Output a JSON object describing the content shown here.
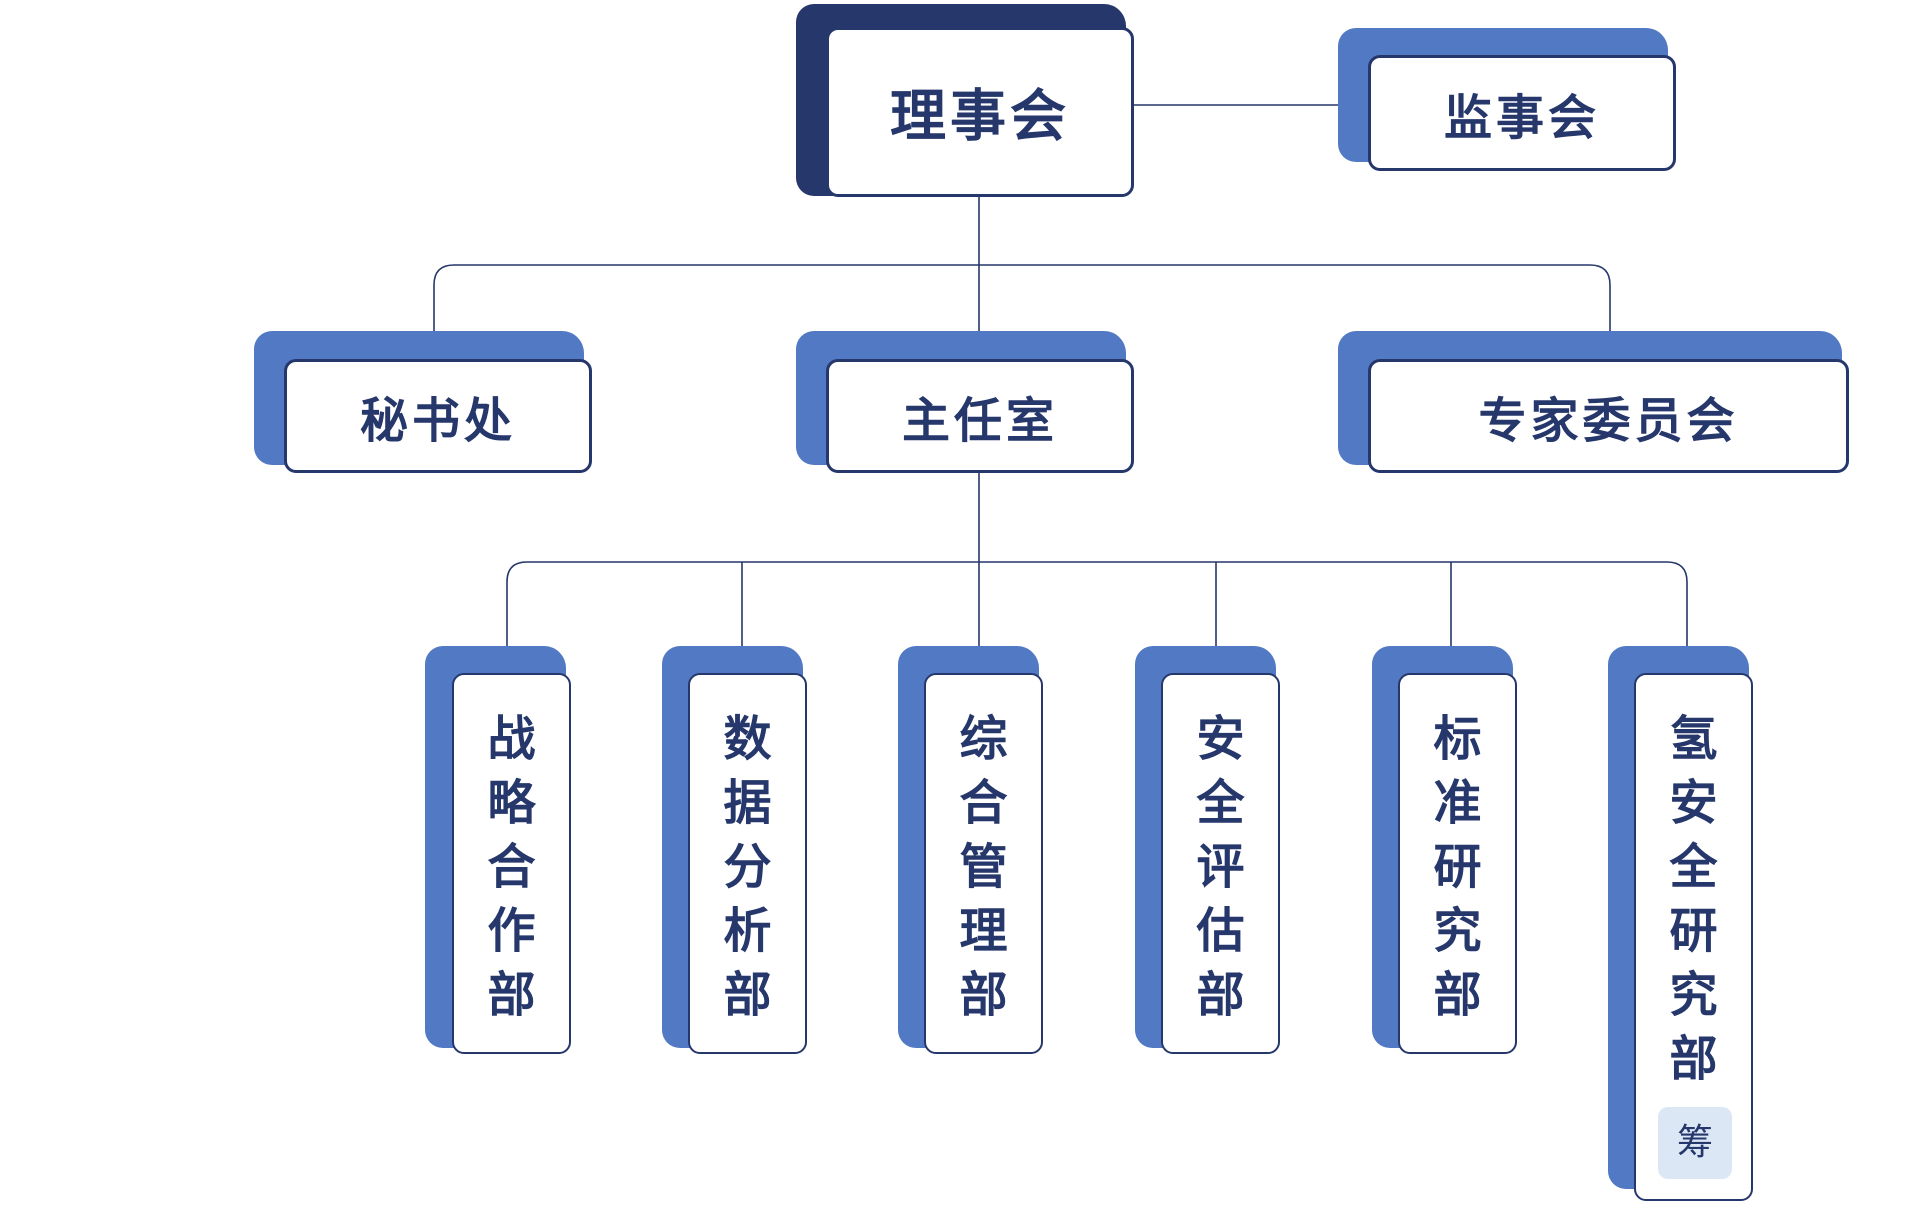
{
  "top_nodes": [
    {
      "id": "council",
      "label": "理事会"
    },
    {
      "id": "supervisory-board",
      "label": "监事会"
    }
  ],
  "middle_nodes": [
    {
      "id": "secretariat",
      "label": "秘书处"
    },
    {
      "id": "director-office",
      "label": "主任室"
    },
    {
      "id": "expert-committee",
      "label": "专家委员会"
    }
  ],
  "departments": [
    {
      "id": "strategy-cooperation",
      "label": "战略合作部"
    },
    {
      "id": "data-analysis",
      "label": "数据分析部"
    },
    {
      "id": "general-management",
      "label": "综合管理部"
    },
    {
      "id": "safety-assessment",
      "label": "安全评估部"
    },
    {
      "id": "standards-research",
      "label": "标准研究部"
    },
    {
      "id": "hydrogen-safety-research",
      "label": "氢安全研究部",
      "badge": "筹"
    }
  ],
  "colors": {
    "navy": "#26376b",
    "accent": "#5279c4",
    "badge_bg": "#dce7f6"
  }
}
